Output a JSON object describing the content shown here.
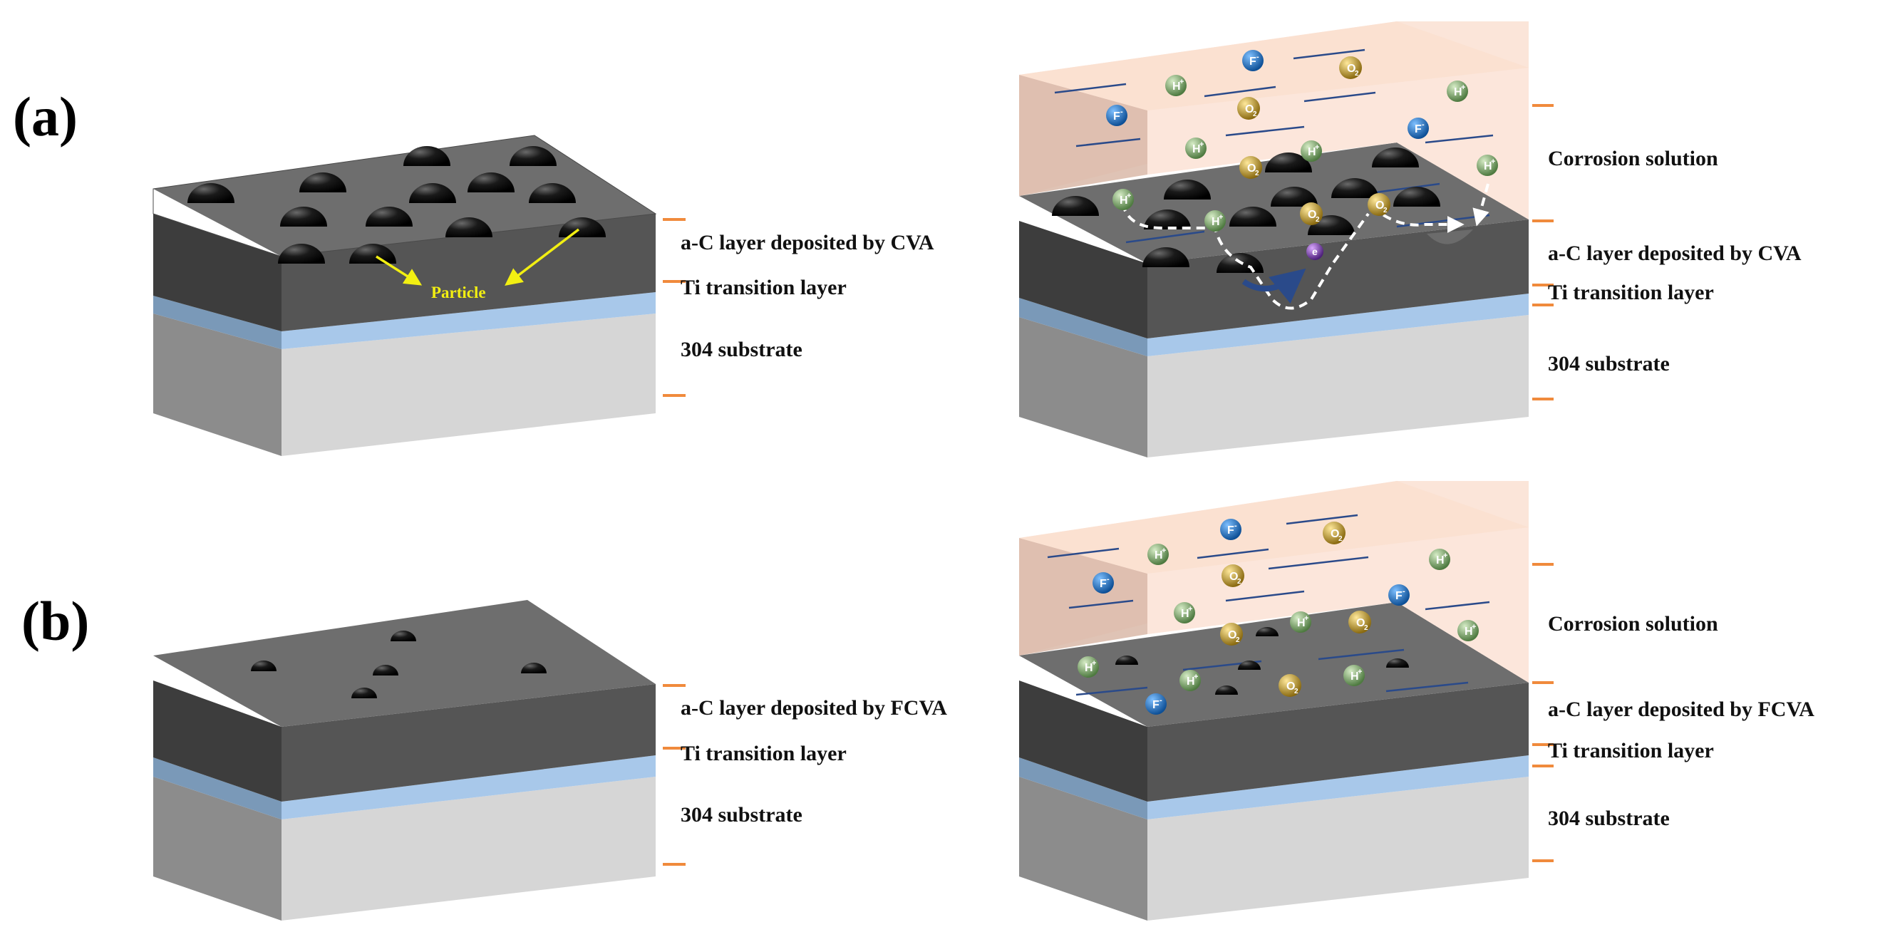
{
  "panels": [
    {
      "label": "(a)",
      "layers_left": [
        "a-C layer deposited by CVA",
        "Ti transition layer",
        "304 substrate"
      ],
      "particle_label": "Particle",
      "layers_right": [
        "Corrosion solution",
        "a-C layer deposited by CVA",
        "Ti transition layer",
        "304 substrate"
      ],
      "electron_symbol": "e"
    },
    {
      "label": "(b)",
      "layers_left": [
        "a-C layer deposited by FCVA",
        "Ti transition layer",
        "304 substrate"
      ],
      "layers_right": [
        "Corrosion solution",
        "a-C layer deposited by FCVA",
        "Ti transition layer",
        "304 substrate"
      ]
    }
  ],
  "ions": {
    "fluoride": "F",
    "hydrogen": "H",
    "oxygen": "O",
    "ion_charge": "-",
    "ion_charge_plus": "+",
    "oxygen_subscript": "2"
  },
  "colors": {
    "acoat_top": "#6e6e6e",
    "acoat_front": "#555555",
    "acoat_side": "#3d3d3d",
    "ti_front": "#a8c8ea",
    "ti_side": "#7a99b8",
    "substrate_front": "#d6d6d6",
    "substrate_side": "#8c8c8c",
    "solution": "#fbe3d6",
    "particle": "#0d0d0d",
    "tick": "#f08a3c",
    "arrow": "#f2ef12",
    "fluoride_ion": "#1f6fbf",
    "hydrogen_ion": "#7fa86f",
    "oxygen_ion": "#c9a22a",
    "electron": "#7a3fa8"
  }
}
